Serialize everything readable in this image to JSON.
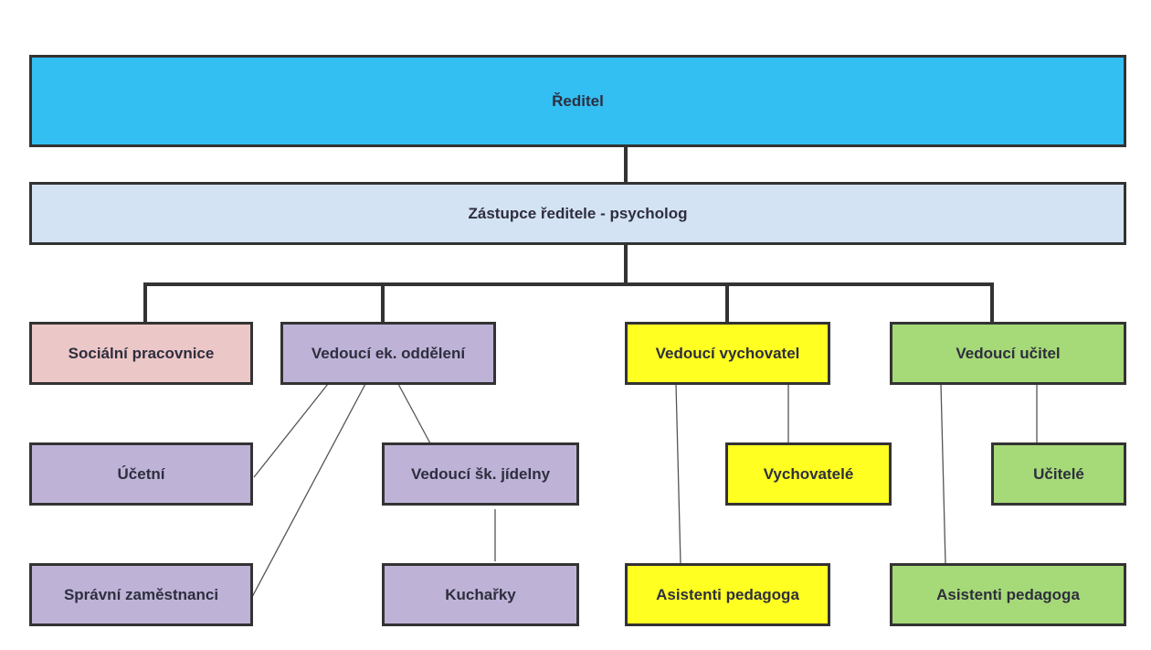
{
  "diagram": {
    "director": "Ředitel",
    "deputy": "Zástupce ředitele - psycholog",
    "social_worker": "Sociální pracovnice",
    "head_econ": "Vedoucí ek. oddělení",
    "head_educator": "Vedoucí vychovatel",
    "head_teacher": "Vedoucí učitel",
    "accountant": "Účetní",
    "head_canteen": "Vedoucí šk. jídelny",
    "educators": "Vychovatelé",
    "teachers": "Učitelé",
    "admin_staff": "Správní zaměstnanci",
    "cooks": "Kuchařky",
    "assistants_educators": "Asistenti pedagoga",
    "assistants_teachers": "Asistenti pedagoga"
  },
  "colors": {
    "director": "#33bff2",
    "deputy": "#d3e3f3",
    "social": "#ecc7c7",
    "economic": "#beb3d7",
    "educators": "#ffff22",
    "teachers": "#a6d977",
    "border": "#333333",
    "text": "#2e2e3e"
  }
}
